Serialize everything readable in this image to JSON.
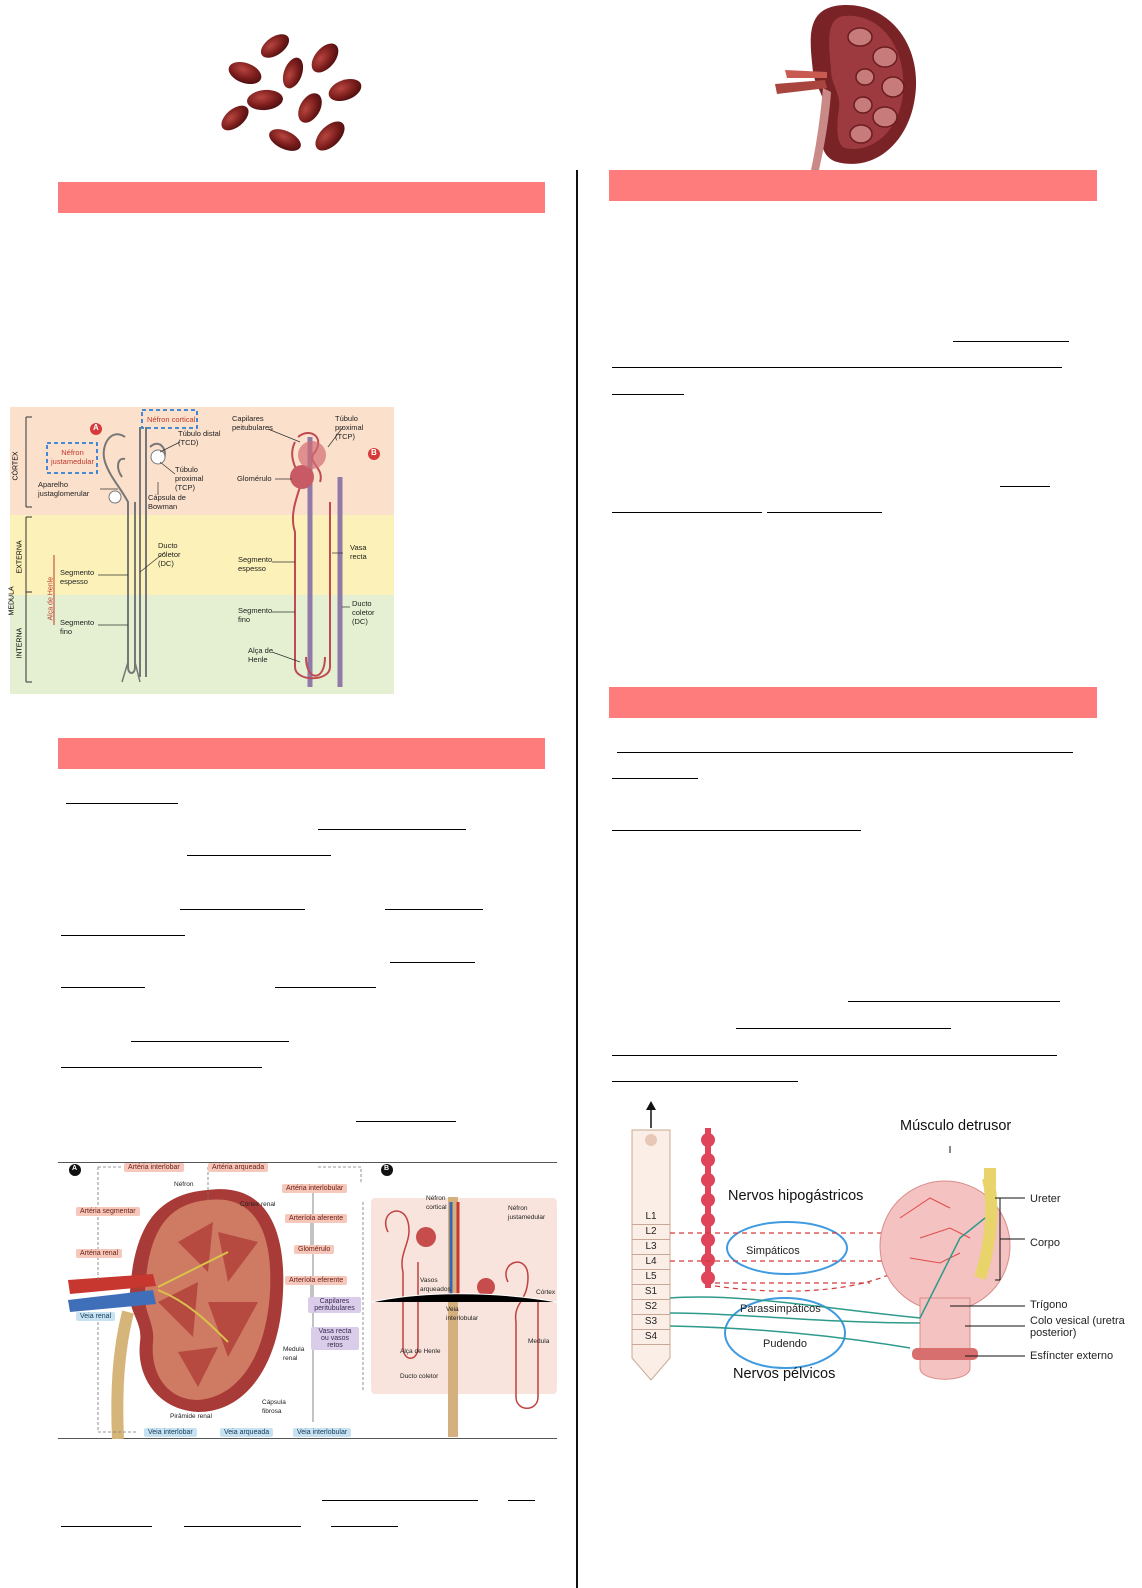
{
  "nephron_figure": {
    "labels": {
      "cortex": "CÓRTEX",
      "medula": "MEDULA",
      "externa": "EXTERNA",
      "interna": "INTERNA",
      "alca_de_henle_vertical": "Alça de Henle",
      "marker_a": "A",
      "marker_b": "B",
      "nefron_cortical": "Néfron cortical",
      "nefron_justamedular": "Néfron justamedular",
      "tubulo_distal": "Túbulo distal (TCD)",
      "tubulo_proximal": "Túbulo proximal (TCP)",
      "aparelho_justaglomerular": "Aparelho justaglomerular",
      "capsula_bowman": "Cápsula de Bowman",
      "ducto_coletor_a": "Ducto coletor (DC)",
      "segmento_espesso_a": "Segmento espesso",
      "segmento_fino_a": "Segmento fino",
      "capilares_peritubulares": "Capilares peitubulares",
      "tubulo_proximal_b": "Túbulo proximal (TCP)",
      "glomerulo": "Glomérulo",
      "segmento_espesso_b": "Segmento espesso",
      "vasa_recta": "Vasa recta",
      "segmento_fino_b": "Segmento fino",
      "ducto_coletor_b": "Ducto coletor (DC)",
      "alca_de_henle_b": "Alça de Henle"
    }
  },
  "kidney_figure": {
    "labels": {
      "marker_a": "A",
      "marker_b": "B",
      "arteria_interlobar": "Artéria interlobar",
      "arteria_arqueada": "Artéria arqueada",
      "arteria_segmentar": "Artéria segmentar",
      "arteria_renal": "Artéria renal",
      "veia_renal": "Veia renal",
      "nefron": "Néfron",
      "cortex_renal": "Córtex renal",
      "medula_renal": "Medula renal",
      "piramide_renal": "Pirâmide renal",
      "capsula_fibrosa": "Cápsula fibrosa",
      "arteria_interlobular": "Artéria interlobular",
      "arteriola_aferente": "Arteríola aferente",
      "glomerulo": "Glomérulo",
      "arteriola_eferente": "Arteríola eferente",
      "capilares_peritubulares": "Capilares peritubulares",
      "vasa_recta": "Vasa recta ou vasos retos",
      "veia_interlobar": "Veia interlobar",
      "veia_arqueada": "Veia arqueada",
      "veia_interlobular": "Veia interlobular",
      "nefron_cortical": "Néfron cortical",
      "nefron_justamedular": "Néfron justamedular",
      "vasos_arqueados": "Vasos arqueados",
      "veia_interlobular_b": "Veia interlobular",
      "cortex": "Córtex",
      "medula": "Medula",
      "alca_de_henle": "Alça de Henle",
      "ducto_coletor": "Ducto coletor"
    }
  },
  "bladder_figure": {
    "labels": {
      "musculo_detrusor": "Músculo detrusor",
      "nervos_hipogastricos": "Nervos hipogástricos",
      "simpaticos": "Simpáticos",
      "parassimpaticos": "Parassimpáticos",
      "pudendo": "Pudendo",
      "nervos_pelvicos": "Nervos pélvicos",
      "ureter": "Ureter",
      "corpo": "Corpo",
      "trigono": "Trígono",
      "colo_vesical": "Colo vesical (uretra posterior)",
      "esfincter_externo": "Esfíncter externo"
    },
    "vertebrae": [
      "L1",
      "L2",
      "L3",
      "L4",
      "L5",
      "S1",
      "S2",
      "S3",
      "S4"
    ]
  }
}
